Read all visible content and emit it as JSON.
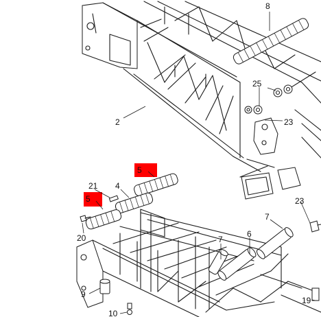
{
  "labels": {
    "l8": "8",
    "l2": "2",
    "l25": "25",
    "l23a": "23",
    "l23b": "23",
    "l5a": "5",
    "l5b": "5",
    "l21": "21",
    "l4": "4",
    "l20": "20",
    "l7a": "7",
    "l7b": "7",
    "l6": "6",
    "l9": "9",
    "l10": "10",
    "l19": "19"
  },
  "colors": {
    "highlight": "#ff0000",
    "line": "#1a1a1a"
  }
}
